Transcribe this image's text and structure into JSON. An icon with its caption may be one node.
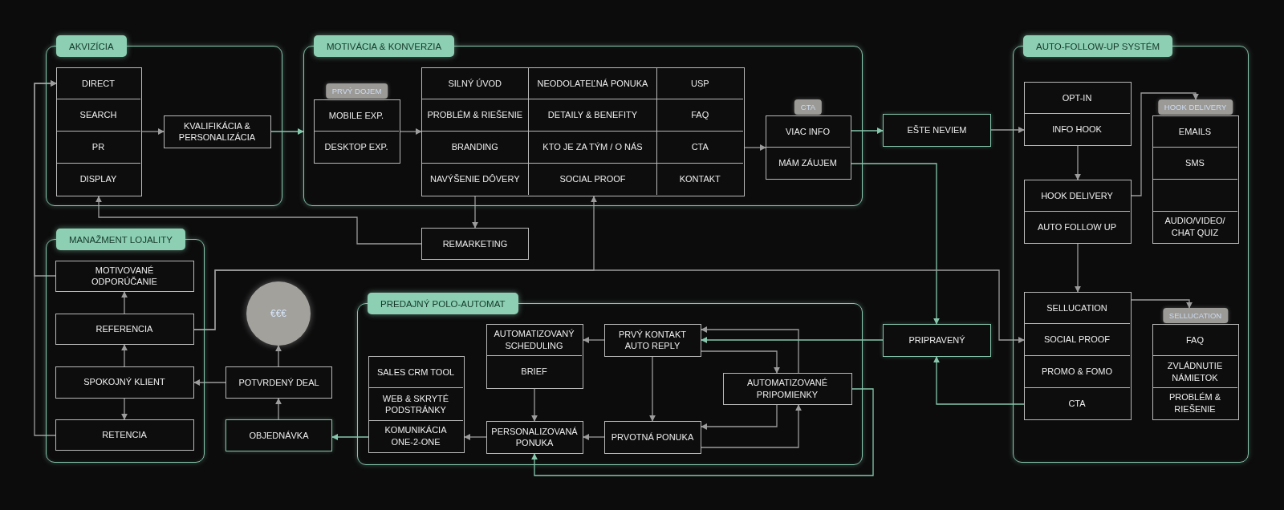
{
  "diagram": {
    "nodes": [
      {
        "text": [
          "AKVIZÍCIA"
        ]
      },
      {
        "text": [],
        "shape": "box",
        "in": 0
      },
      {
        "text": [
          "DIRECT"
        ],
        "in": 1
      },
      {
        "text": [
          "SEARCH"
        ],
        "in": 1
      },
      {
        "text": [
          "PR"
        ],
        "in": 1
      },
      {
        "text": [
          "DISPLAY"
        ],
        "in": 1
      },
      {
        "text": [
          "KVALIFIKÁCIA & PERSONALIZÁCIA"
        ],
        "in": 0
      },
      {
        "text": [
          "MOTIVÁCIA & KONVERZIA"
        ]
      },
      {
        "text": [
          "PRVÝ DOJEM"
        ],
        "in": 7
      },
      {
        "text": [
          "MOBILE EXP."
        ],
        "in": 8
      },
      {
        "text": [
          "DESKTOP EXP."
        ],
        "in": 8
      },
      {
        "text": [],
        "shape": "box",
        "in": 7
      },
      {
        "text": [
          "SILNÝ ÚVOD"
        ],
        "in": 11
      },
      {
        "text": [
          "NEODOLATEĽNÁ PONUKA"
        ],
        "in": 11
      },
      {
        "text": [
          "USP"
        ],
        "in": 11
      },
      {
        "text": [
          "PROBLÉM & RIEŠENIE"
        ],
        "in": 11
      },
      {
        "text": [
          "DETAILY & BENEFITY"
        ],
        "in": 11
      },
      {
        "text": [
          "FAQ"
        ],
        "in": 11
      },
      {
        "text": [
          "BRANDING"
        ],
        "in": 11
      },
      {
        "text": [
          "KTO JE ZA TÝM / O NÁS"
        ],
        "in": 11
      },
      {
        "text": [
          "CTA"
        ],
        "in": 11
      },
      {
        "text": [
          "NAVÝŠENIE DÔVERY"
        ],
        "in": 11
      },
      {
        "text": [
          "SOCIAL PROOF"
        ],
        "in": 11
      },
      {
        "text": [
          "KONTAKT"
        ],
        "in": 11
      },
      {
        "text": [
          "CTA"
        ],
        "in": 7
      },
      {
        "text": [
          "VIAC INFO"
        ],
        "in": 24
      },
      {
        "text": [
          "MÁM ZÁUJEM"
        ],
        "in": 24
      },
      {
        "text": [
          "EŠTE NEVIEM"
        ]
      },
      {
        "text": [
          "AUTO-FOLLOW-UP SYSTÉM"
        ]
      },
      {
        "text": [],
        "shape": "box",
        "in": 28
      },
      {
        "text": [
          "OPT-IN"
        ],
        "in": 29
      },
      {
        "text": [
          "INFO HOOK"
        ],
        "in": 29
      },
      {
        "text": [
          "HOOK DELIVERY"
        ],
        "in": 28
      },
      {
        "text": [
          "EMAILS"
        ],
        "in": 32
      },
      {
        "text": [
          "SMS"
        ],
        "in": 32
      },
      {
        "text": [],
        "shape": "box",
        "in": 32
      },
      {
        "text": [
          "AUDIO/VIDEO/ CHAT QUIZ"
        ],
        "in": 32
      },
      {
        "text": [],
        "shape": "box",
        "in": 28
      },
      {
        "text": [
          "HOOK DELIVERY"
        ],
        "in": 37
      },
      {
        "text": [
          "AUTO FOLLOW UP"
        ],
        "in": 37
      },
      {
        "text": [],
        "shape": "box",
        "in": 28
      },
      {
        "text": [
          "SELLUCATION"
        ],
        "in": 40
      },
      {
        "text": [
          "SOCIAL PROOF"
        ],
        "in": 40
      },
      {
        "text": [
          "PROMO & FOMO"
        ],
        "in": 40
      },
      {
        "text": [
          "CTA"
        ],
        "in": 40
      },
      {
        "text": [
          "SELLUCATION"
        ],
        "in": 28
      },
      {
        "text": [
          "FAQ"
        ],
        "in": 45
      },
      {
        "text": [
          "ZVLÁDNUTIE NÁMIETOK"
        ],
        "in": 45
      },
      {
        "text": [
          "PROBLÉM & RIEŠENIE"
        ],
        "in": 45
      },
      {
        "text": [
          "REMARKETING"
        ]
      },
      {
        "text": [
          "MANAŽMENT LOJALITY"
        ]
      },
      {
        "text": [
          "MOTIVOVANÉ ODPORÚČANIE"
        ],
        "in": 50
      },
      {
        "text": [
          "REFERENCIA"
        ],
        "in": 50
      },
      {
        "text": [
          "SPOKOJNÝ KLIENT"
        ],
        "in": 50
      },
      {
        "text": [
          "RETENCIA"
        ],
        "in": 50
      },
      {
        "text": [
          "€€€"
        ]
      },
      {
        "text": [
          "POTVRDENÝ DEAL"
        ]
      },
      {
        "text": [
          "OBJEDNÁVKA"
        ]
      },
      {
        "text": [
          "PREDAJNÝ POLO-AUTOMAT"
        ]
      },
      {
        "text": [],
        "shape": "box",
        "in": 58
      },
      {
        "text": [
          "AUTOMATIZOVANÝ SCHEDULING"
        ],
        "in": 59
      },
      {
        "text": [
          "BRIEF"
        ],
        "in": 59
      },
      {
        "text": [
          "PRVÝ KONTAKT AUTO REPLY"
        ],
        "in": 58
      },
      {
        "text": [],
        "shape": "box",
        "in": 58
      },
      {
        "text": [
          "SALES CRM TOOL"
        ],
        "in": 63
      },
      {
        "text": [
          "WEB & SKRYTÉ PODSTRÁNKY"
        ],
        "in": 63
      },
      {
        "text": [
          "KOMUNIKÁCIA ONE-2-ONE"
        ],
        "in": 63
      },
      {
        "text": [
          "AUTOMATIZOVANÉ PRIPOMIENKY"
        ],
        "in": 58
      },
      {
        "text": [
          "PERSONALIZOVANÁ PONUKA"
        ],
        "in": 58
      },
      {
        "text": [
          "PRVOTNÁ PONUKA"
        ],
        "in": 58
      },
      {
        "text": [
          "PRIPRAVENÝ"
        ]
      }
    ],
    "edges": [
      {
        "from": 54,
        "to": 2,
        "arrow": "to"
      },
      {
        "from": 51,
        "to": 2,
        "arrow": "to"
      },
      {
        "from": 1,
        "to": 6,
        "arrow": "to"
      },
      {
        "from": 6,
        "to": 7,
        "arrow": "to",
        "color": "#86c7ad"
      },
      {
        "from": 8,
        "to": 11,
        "arrow": "to"
      },
      {
        "from": 11,
        "to": 24,
        "arrow": "to"
      },
      {
        "from": 25,
        "to": 27,
        "arrow": "to",
        "color": "#86c7ad"
      },
      {
        "from": 27,
        "to": 31,
        "arrow": "to"
      },
      {
        "from": 26,
        "to": 70,
        "arrow": "to",
        "color": "#86c7ad"
      },
      {
        "from": 31,
        "to": 38,
        "arrow": "to"
      },
      {
        "from": 38,
        "to": 32,
        "arrow": "to"
      },
      {
        "from": 39,
        "to": 41,
        "arrow": "to"
      },
      {
        "from": 41,
        "to": 45,
        "arrow": "to"
      },
      {
        "from": 44,
        "to": 70,
        "arrow": "to",
        "color": "#86c7ad"
      },
      {
        "from": 11,
        "to": 49,
        "arrow": "to"
      },
      {
        "from": 49,
        "to": 1,
        "arrow": "to"
      },
      {
        "from": 52,
        "to": 11,
        "arrow": "to"
      },
      {
        "from": 52,
        "to": 42,
        "arrow": "to"
      },
      {
        "from": 53,
        "to": 52,
        "arrow": "to"
      },
      {
        "from": 52,
        "to": 51,
        "arrow": "to"
      },
      {
        "from": 53,
        "to": 54,
        "arrow": "to"
      },
      {
        "from": 56,
        "to": 53,
        "arrow": "to"
      },
      {
        "from": 56,
        "to": 55,
        "arrow": "to"
      },
      {
        "from": 57,
        "to": 56,
        "arrow": "to"
      },
      {
        "from": 66,
        "to": 57,
        "arrow": "to",
        "color": "#86c7ad"
      },
      {
        "from": 68,
        "to": 66,
        "arrow": "to"
      },
      {
        "from": 59,
        "to": 68,
        "arrow": "to"
      },
      {
        "from": 62,
        "to": 60,
        "arrow": "to"
      },
      {
        "from": 62,
        "to": 69,
        "arrow": "to"
      },
      {
        "from": 69,
        "to": 68,
        "arrow": "to"
      },
      {
        "from": 62,
        "to": 67,
        "arrow": "to"
      },
      {
        "from": 67,
        "to": 62,
        "arrow": "to"
      },
      {
        "from": 70,
        "to": 62,
        "arrow": "to",
        "color": "#86c7ad"
      },
      {
        "from": 67,
        "to": 69,
        "arrow": "to"
      },
      {
        "from": 69,
        "to": 67,
        "arrow": "to"
      },
      {
        "from": 67,
        "to": 68,
        "arrow": "to",
        "color": "#86c7ad"
      }
    ]
  }
}
